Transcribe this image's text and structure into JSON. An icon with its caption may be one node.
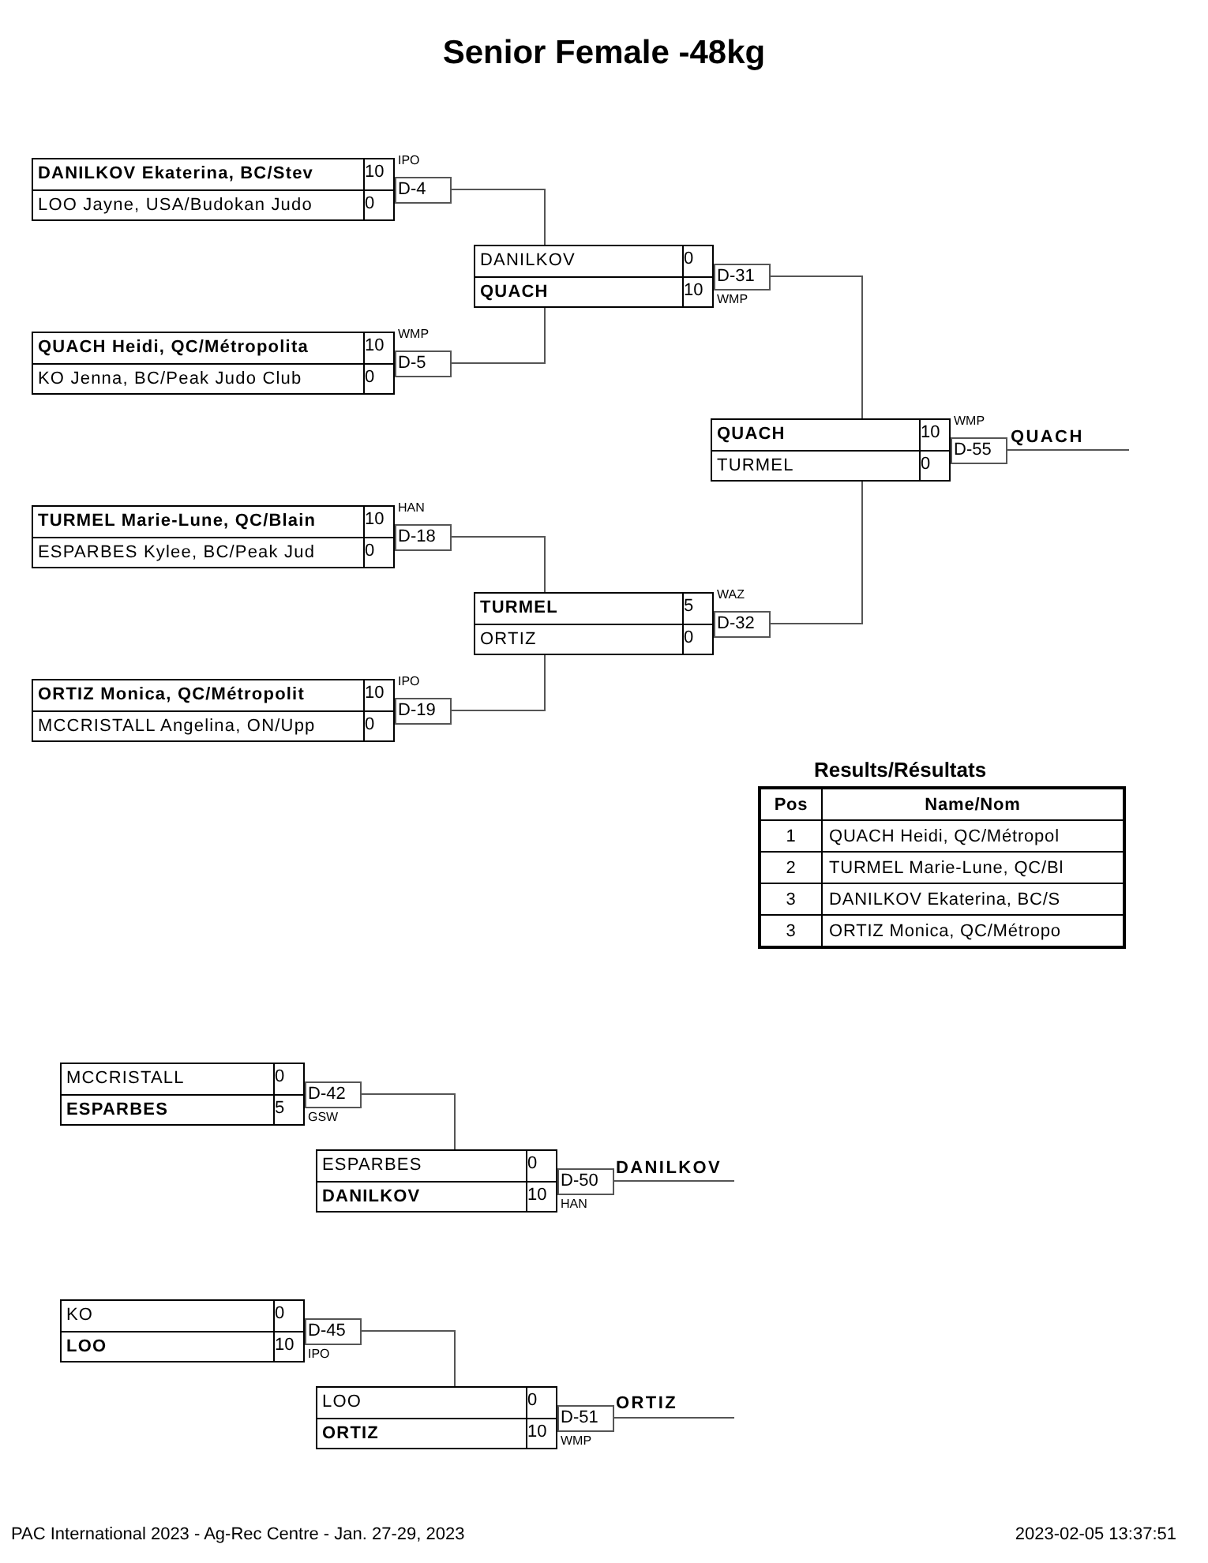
{
  "diagram": {
    "title": "Senior Female -48kg",
    "nodes": [
      {
        "text": [
          "DANILKOV Ekaterina, BC/Stev",
          "10",
          "LOO Jayne, USA/Budokan Judo",
          "0",
          "D-4"
        ],
        "beside": [
          "IPO"
        ]
      },
      {
        "text": [
          "DANILKOV",
          "0",
          "QUACH",
          "10",
          "D-31"
        ],
        "beside": [
          "WMP"
        ]
      },
      {
        "text": [
          "QUACH Heidi, QC/Métropolita",
          "10",
          "KO Jenna, BC/Peak Judo Club",
          "0",
          "D-5"
        ],
        "beside": [
          "WMP"
        ]
      },
      {
        "text": [
          "QUACH",
          "10",
          "TURMEL",
          "0",
          "D-55"
        ],
        "beside": [
          "WMP"
        ]
      },
      {
        "text": [
          "QUACH"
        ]
      },
      {
        "text": [
          "TURMEL Marie-Lune, QC/Blain",
          "10",
          "ESPARBES Kylee, BC/Peak Jud",
          "0",
          "D-18"
        ],
        "beside": [
          "HAN"
        ]
      },
      {
        "text": [
          "TURMEL",
          "5",
          "ORTIZ",
          "0",
          "D-32"
        ],
        "beside": [
          "WAZ"
        ]
      },
      {
        "text": [
          "ORTIZ Monica, QC/Métropolit",
          "10",
          "MCCRISTALL Angelina, ON/Upp",
          "0",
          "D-19"
        ],
        "beside": [
          "IPO"
        ]
      },
      {
        "text": [
          "MCCRISTALL",
          "0",
          "ESPARBES",
          "5",
          "D-42"
        ],
        "beside": [
          "GSW"
        ]
      },
      {
        "text": [
          "ESPARBES",
          "0",
          "DANILKOV",
          "10",
          "D-50"
        ],
        "beside": [
          "HAN"
        ]
      },
      {
        "text": [
          "DANILKOV"
        ]
      },
      {
        "text": [
          "KO",
          "0",
          "LOO",
          "10",
          "D-45"
        ],
        "beside": [
          "IPO"
        ]
      },
      {
        "text": [
          "LOO",
          "0",
          "ORTIZ",
          "10",
          "D-51"
        ],
        "beside": [
          "WMP"
        ]
      },
      {
        "text": [
          "ORTIZ"
        ]
      }
    ],
    "edges": [
      {
        "from": 0,
        "to": 1,
        "arrow": "none"
      },
      {
        "from": 2,
        "to": 1,
        "arrow": "none"
      },
      {
        "from": 1,
        "to": 3,
        "arrow": "none"
      },
      {
        "from": 5,
        "to": 6,
        "arrow": "none"
      },
      {
        "from": 7,
        "to": 6,
        "arrow": "none"
      },
      {
        "from": 6,
        "to": 3,
        "arrow": "none"
      },
      {
        "from": 3,
        "to": 4,
        "arrow": "none"
      },
      {
        "from": 8,
        "to": 9,
        "arrow": "none"
      },
      {
        "from": 9,
        "to": 10,
        "arrow": "none"
      },
      {
        "from": 11,
        "to": 12,
        "arrow": "none"
      },
      {
        "from": 12,
        "to": 13,
        "arrow": "none"
      }
    ],
    "labels": [
      "Results/Résultats",
      "Pos",
      "Name/Nom",
      "1",
      "QUACH Heidi, QC/Métropol",
      "2",
      "TURMEL Marie-Lune, QC/Bl",
      "3",
      "DANILKOV Ekaterina, BC/S",
      "3",
      "ORTIZ Monica, QC/Métropo",
      "PAC International 2023 - Ag-Rec Centre - Jan. 27-29, 2023",
      "2023-02-05 13:37:51"
    ]
  }
}
